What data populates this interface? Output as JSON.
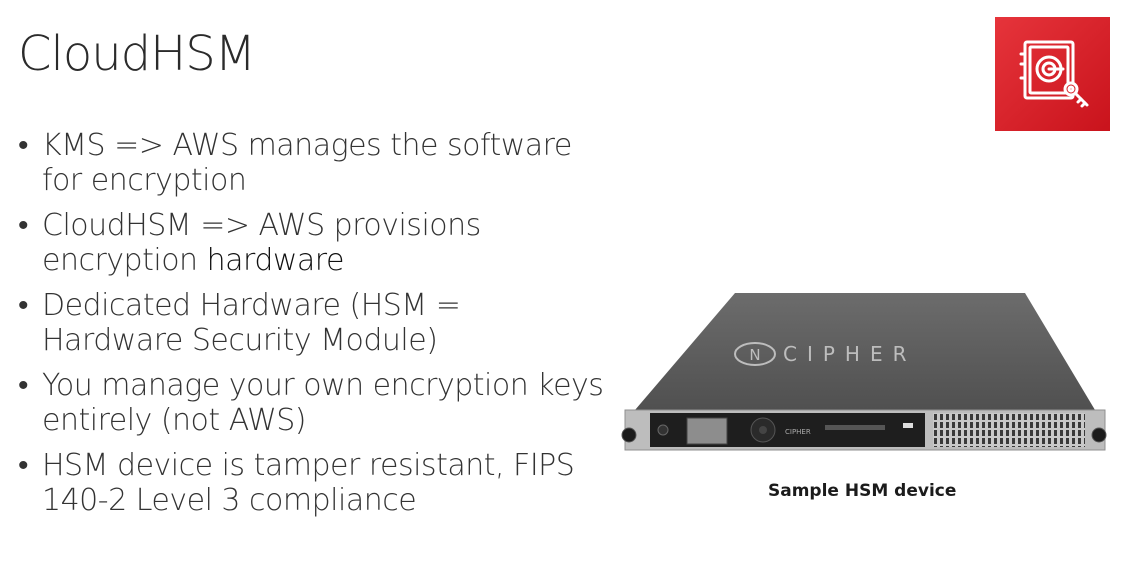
{
  "slide": {
    "title": "CloudHSM",
    "bullets": [
      {
        "text": "KMS => AWS manages the software for encryption"
      },
      {
        "text_before": "CloudHSM => AWS provisions encryption ",
        "text_emph": "hardware"
      },
      {
        "text": "Dedicated Hardware (HSM = Hardware Security Module)"
      },
      {
        "text": "You manage your own encryption keys entirely (not AWS)"
      },
      {
        "text": "HSM device is tamper resistant, FIPS 140-2 Level 3 compliance"
      }
    ],
    "logo_icon": "cloudhsm-safe-key-icon",
    "logo_color": "#d81f26",
    "device_brand": "NCIPHER",
    "device_front_brand": "CIPHER",
    "caption": "Sample HSM device"
  }
}
